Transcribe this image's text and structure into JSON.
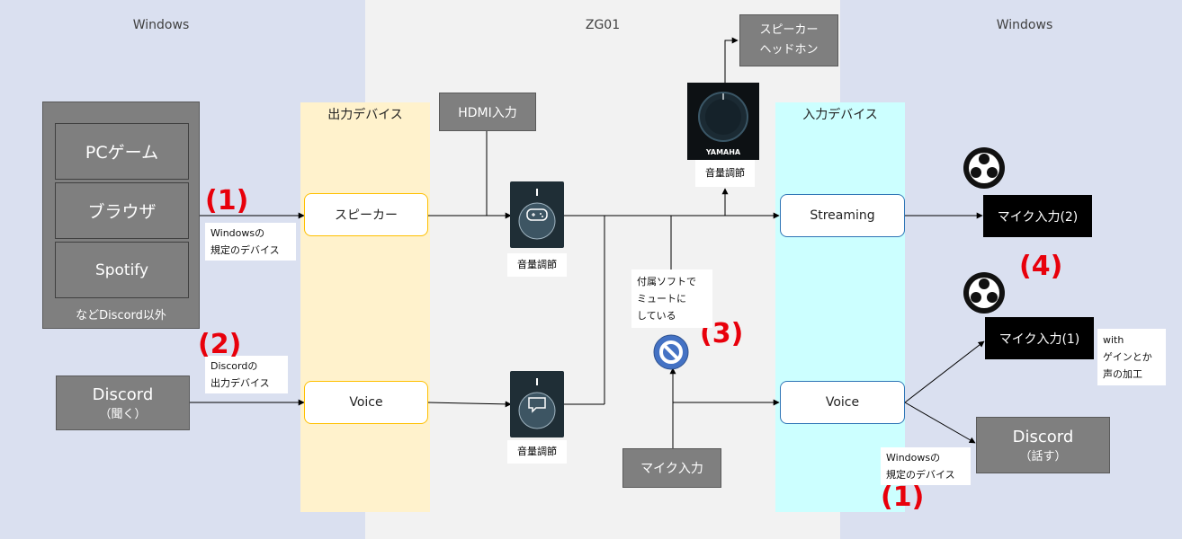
{
  "zones": {
    "left_title": "Windows",
    "center_title": "ZG01",
    "right_title": "Windows"
  },
  "sources": {
    "items": [
      "PCゲーム",
      "ブラウザ",
      "Spotify"
    ],
    "footer": "などDiscord以外"
  },
  "discord_listen": {
    "line1": "Discord",
    "line2": "（聞く）"
  },
  "notes": {
    "default_device_left": [
      "Windowsの",
      "規定のデバイス"
    ],
    "discord_output": [
      "Discordの",
      "出力デバイス"
    ],
    "mute_note": [
      "付属ソフトで",
      "ミュートに",
      "している"
    ],
    "default_device_right": [
      "Windowsの",
      "規定のデバイス"
    ],
    "gain_note": [
      "with",
      "ゲインとか",
      "声の加工"
    ]
  },
  "output_column": {
    "label": "出力デバイス",
    "speaker": "スピーカー",
    "voice": "Voice"
  },
  "input_column": {
    "label": "入力デバイス",
    "streaming": "Streaming",
    "voice": "Voice"
  },
  "hdmi": "HDMI入力",
  "speaker_headphone": [
    "スピーカー",
    "ヘッドホン"
  ],
  "volume_label": "音量調節",
  "yamaha_text": "YAMAHA",
  "mic_input": "マイク入力",
  "obs_mic2": "マイク入力(2)",
  "obs_mic1": "マイク入力(1)",
  "discord_talk": {
    "line1": "Discord",
    "line2": "（話す）"
  },
  "markers": {
    "m1": "(1)",
    "m2": "(2)",
    "m3": "(3)",
    "m4": "(4)"
  },
  "colors": {
    "windows_bg": "#dae0f0",
    "zg01_bg": "#f2f2f2",
    "output_col": "#fff2cc",
    "input_col": "#ccffff",
    "output_border": "#ffc000",
    "input_border": "#2e75b6",
    "marker_red": "#e8000b",
    "mute_blue": "#4472c4"
  }
}
